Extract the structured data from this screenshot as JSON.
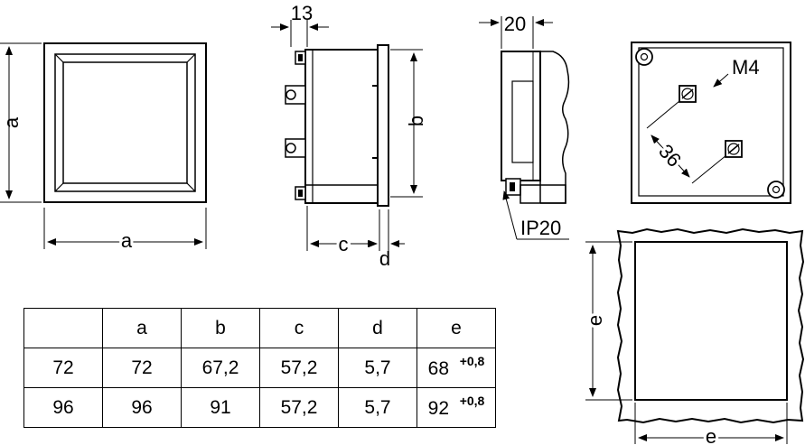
{
  "labels": {
    "front_height": "a",
    "front_width": "a",
    "side_top": "13",
    "side_height": "b",
    "side_depth": "c",
    "side_flange": "d",
    "terminal_width": "20",
    "protection": "IP20",
    "screw": "M4",
    "hole_spacing": "36",
    "cutout_height": "e",
    "cutout_width": "e"
  },
  "table": {
    "headers": [
      "",
      "a",
      "b",
      "c",
      "d",
      "e"
    ],
    "rows": [
      {
        "size": "72",
        "a": "72",
        "b": "67,2",
        "c": "57,2",
        "d": "5,7",
        "e": "68",
        "tol": "+0,8"
      },
      {
        "size": "96",
        "a": "96",
        "b": "91",
        "c": "57,2",
        "d": "5,7",
        "e": "92",
        "tol": "+0,8"
      }
    ]
  }
}
